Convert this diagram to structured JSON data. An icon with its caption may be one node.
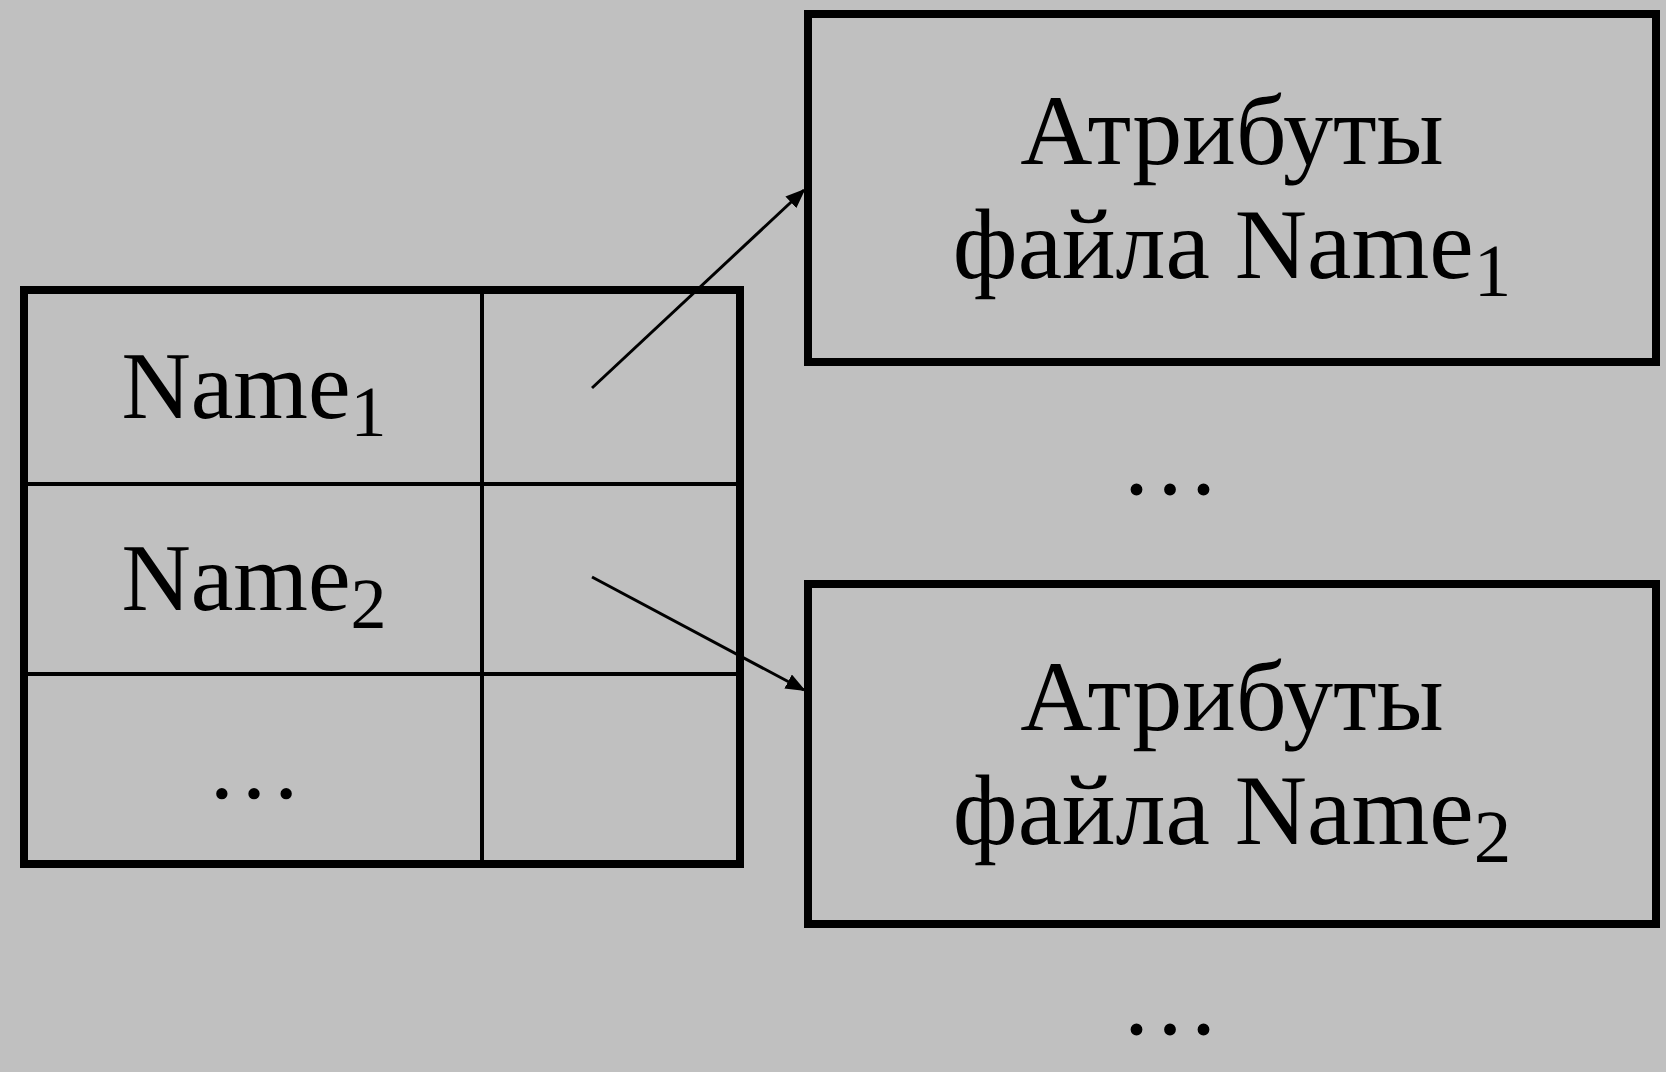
{
  "diagram": {
    "nodes": [
      {
        "text": [],
        "shape": "box"
      },
      {
        "text": [
          "Name$_{1}$"
        ],
        "in": 0
      },
      {
        "text": [],
        "shape": "box",
        "in": 0
      },
      {
        "text": [
          "Name$_{2}$"
        ],
        "in": 0
      },
      {
        "text": [],
        "shape": "box",
        "in": 0
      },
      {
        "text": [
          "…"
        ],
        "in": 0
      },
      {
        "text": [],
        "shape": "box",
        "in": 0
      },
      {
        "text": [
          "Атрибуты файла Name$_{1}$"
        ]
      },
      {
        "text": [
          "Атрибуты файла Name$_{2}$"
        ]
      }
    ],
    "edges": [
      {
        "from": 2,
        "to": 7,
        "arrow": "to"
      },
      {
        "from": 4,
        "to": 8,
        "arrow": "to"
      }
    ],
    "labels": [
      "…",
      "…"
    ]
  }
}
